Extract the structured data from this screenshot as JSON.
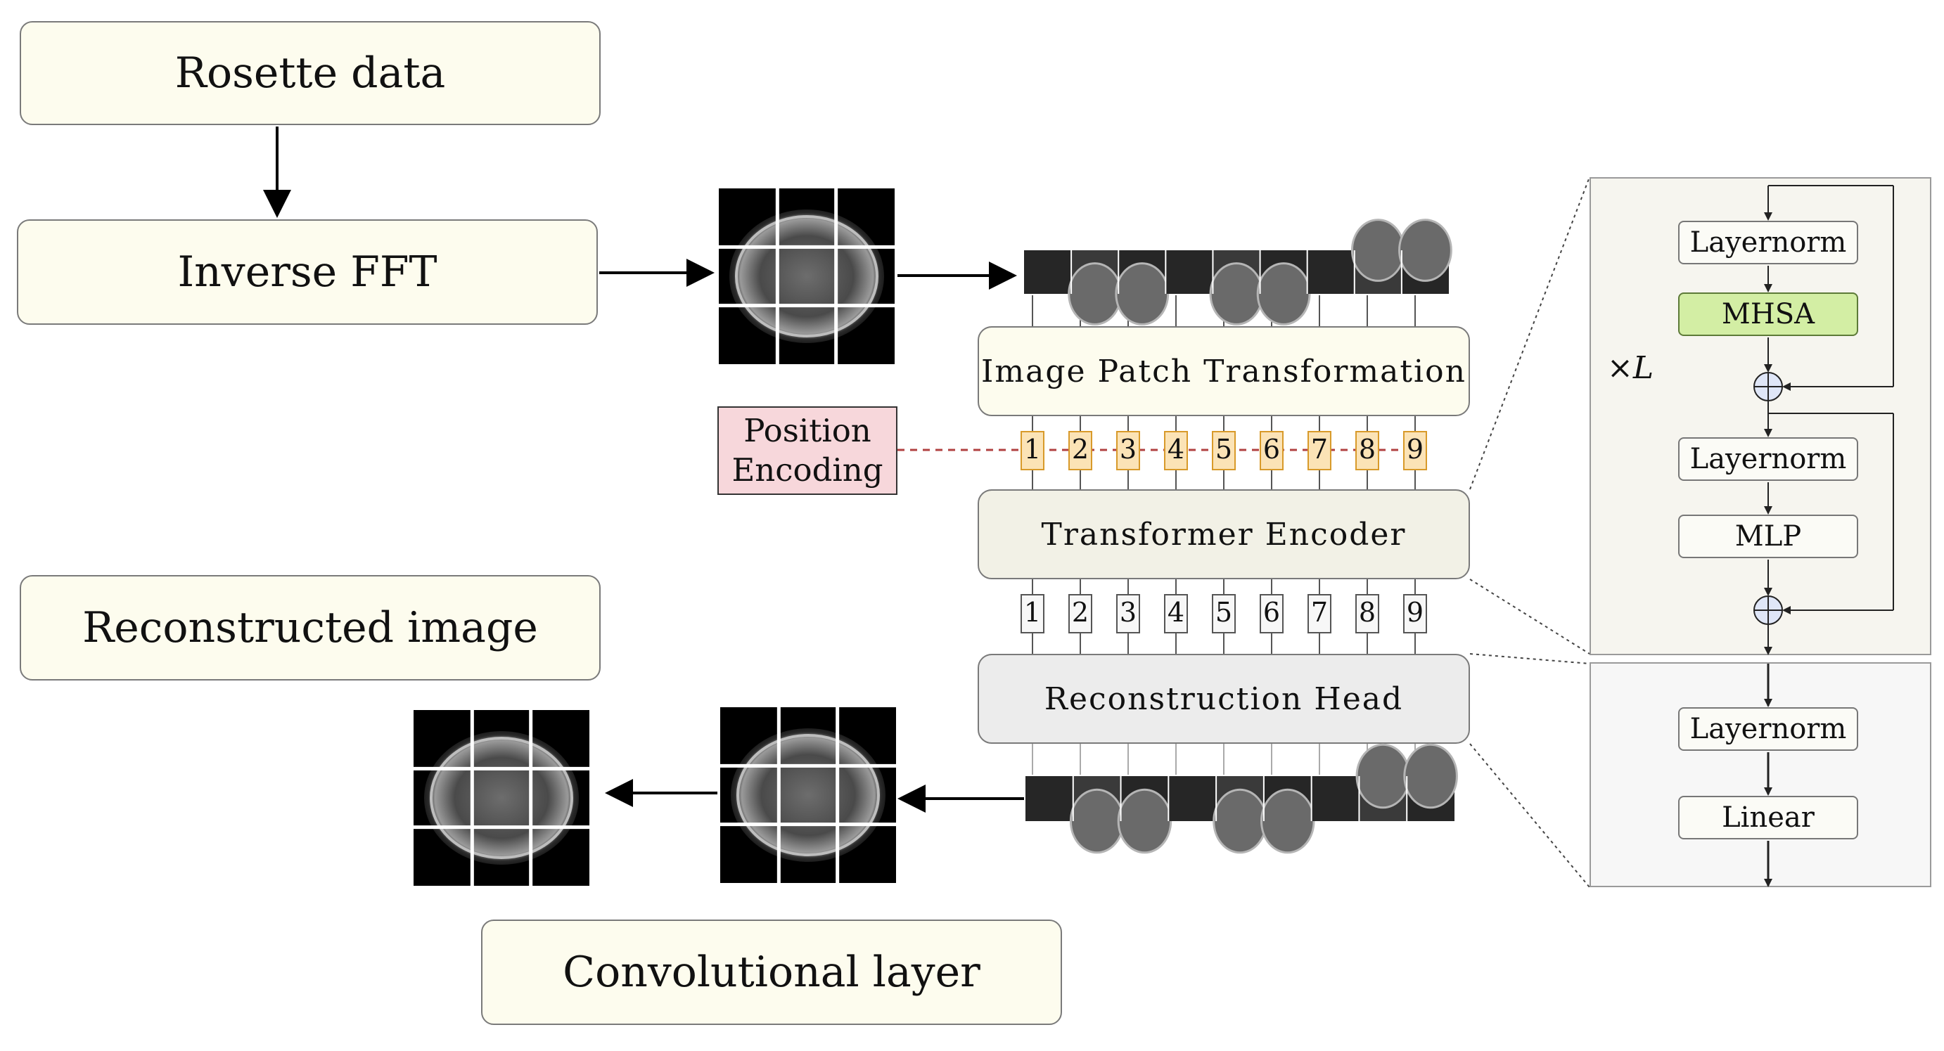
{
  "boxes": {
    "rosette": "Rosette data",
    "ifft": "Inverse FFT",
    "recon_image": "Reconstructed image",
    "conv_layer": "Convolutional layer",
    "patch_transform": "Image Patch Transformation",
    "transformer_encoder": "Transformer Encoder",
    "recon_head": "Reconstruction Head",
    "position_encoding": "Position Encoding"
  },
  "tokens": [
    "1",
    "2",
    "3",
    "4",
    "5",
    "6",
    "7",
    "8",
    "9"
  ],
  "encoder_block": {
    "repeat_label": "×L",
    "layernorm1": "Layernorm",
    "mhsa": "MHSA",
    "layernorm2": "Layernorm",
    "mlp": "MLP"
  },
  "head_block": {
    "layernorm": "Layernorm",
    "linear": "Linear"
  },
  "colors": {
    "box_fill": "#fdfcee",
    "position_fill": "#f7d7db",
    "token_fill": "#fbe3b6",
    "token_border": "#d89a2a",
    "mhsa_fill": "#d3eea4",
    "dashed_line": "#b04040"
  }
}
